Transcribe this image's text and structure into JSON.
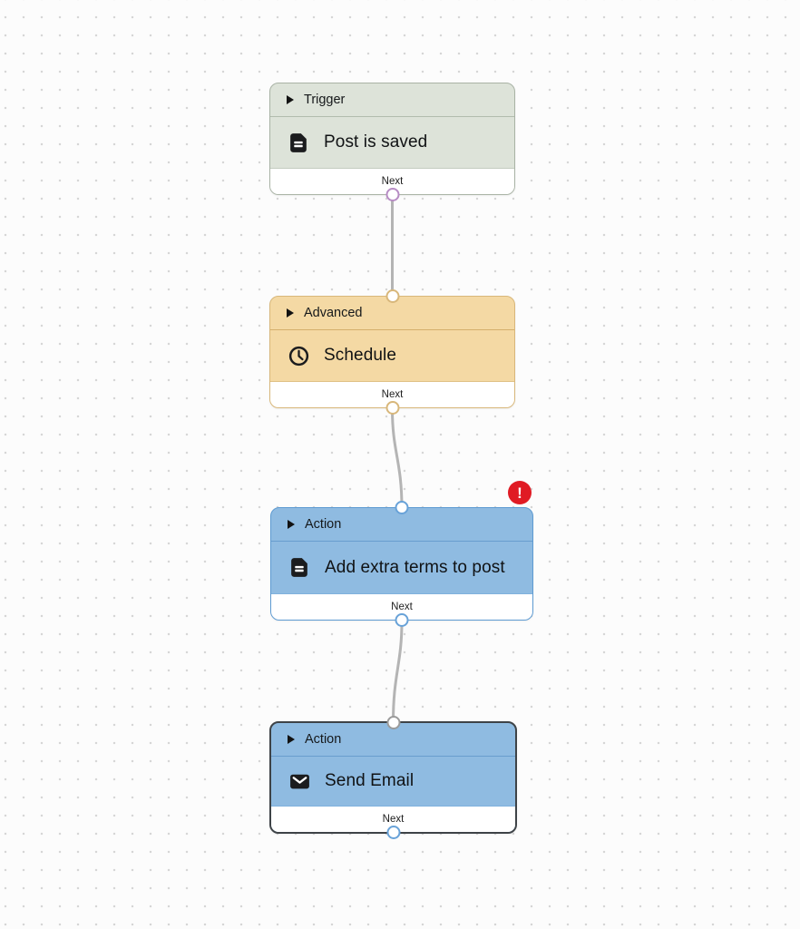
{
  "app": {
    "view": "workflow-editor-canvas"
  },
  "canvas": {
    "background_color": "#fcfcfc",
    "dot_grid_color": "#d6d6d6"
  },
  "palette": {
    "trigger_fill": "#dde3d9",
    "trigger_border": "#a9b3a5",
    "advanced_fill": "#f4d9a4",
    "advanced_border": "#d8b77a",
    "action_fill": "#8fbbe1",
    "action_border": "#5e9bd2",
    "selected_node_border": "#3e4347",
    "edge_line": "#b4b4b4",
    "error_badge": "#e01b24",
    "port_trigger_output": "#b78cc4",
    "port_advanced": "#d8b77a",
    "port_action": "#68a2d8",
    "port_disconnected_gray": "#9b9b9b"
  },
  "icons": {
    "error_exclamation": "!"
  },
  "nodes": [
    {
      "id": "trigger-post-is-saved",
      "category_label": "Trigger",
      "title": "Post is saved",
      "icon": "document-icon",
      "footer_label": "Next"
    },
    {
      "id": "advanced-schedule",
      "category_label": "Advanced",
      "title": "Schedule",
      "icon": "clock-icon",
      "footer_label": "Next"
    },
    {
      "id": "action-add-extra-terms",
      "category_label": "Action",
      "title": "Add extra terms to post",
      "icon": "document-icon",
      "footer_label": "Next",
      "has_error": true
    },
    {
      "id": "action-send-email",
      "category_label": "Action",
      "title": "Send Email",
      "icon": "envelope-icon",
      "footer_label": "Next",
      "selected": true
    }
  ],
  "edges": [
    {
      "from": "trigger-post-is-saved",
      "to": "advanced-schedule"
    },
    {
      "from": "advanced-schedule",
      "to": "action-add-extra-terms"
    },
    {
      "from": "action-add-extra-terms",
      "to": "action-send-email"
    }
  ]
}
